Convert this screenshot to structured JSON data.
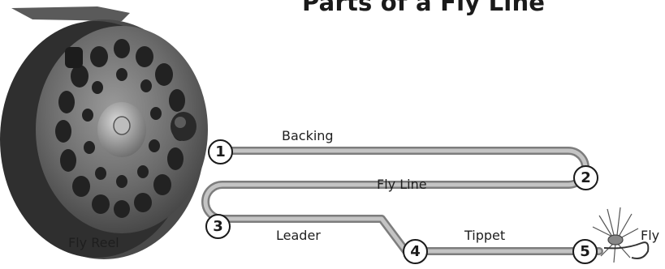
{
  "title": "Parts of a Fly Line",
  "labels": {
    "backing": "Backing",
    "fly_line": "Fly Line",
    "leader": "Leader",
    "tippet": "Tippet",
    "fly": "Fly",
    "fly_reel": "Fly Reel"
  },
  "markers": [
    "1",
    "2",
    "3",
    "4",
    "5"
  ],
  "colors": {
    "text": "#1e1e1e",
    "line_outer": "#7d7d7d",
    "line_inner": "#c4c4c4",
    "reel_dark": "#3a3a3a",
    "reel_light": "#8a8a8a"
  }
}
